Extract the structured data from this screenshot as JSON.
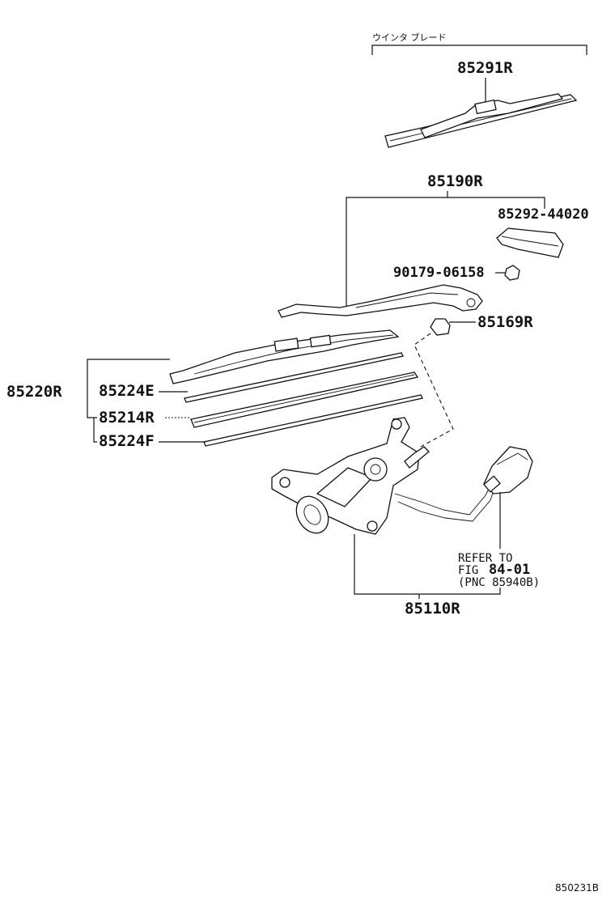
{
  "diagram": {
    "header_label": "ウインタ ブレード",
    "parts": {
      "p85291R": "85291R",
      "p85190R": "85190R",
      "p85292": "85292-44020",
      "p90179": "90179-06158",
      "p85169R": "85169R",
      "p85220R": "85220R",
      "p85224E": "85224E",
      "p85214R": "85214R",
      "p85224F": "85224F",
      "p85110R": "85110R"
    },
    "reference": {
      "line1": "REFER TO",
      "line2_prefix": "FIG",
      "line2_num": "84-01",
      "line3": "(PNC 85940B)"
    },
    "figure_id": "850231B"
  }
}
